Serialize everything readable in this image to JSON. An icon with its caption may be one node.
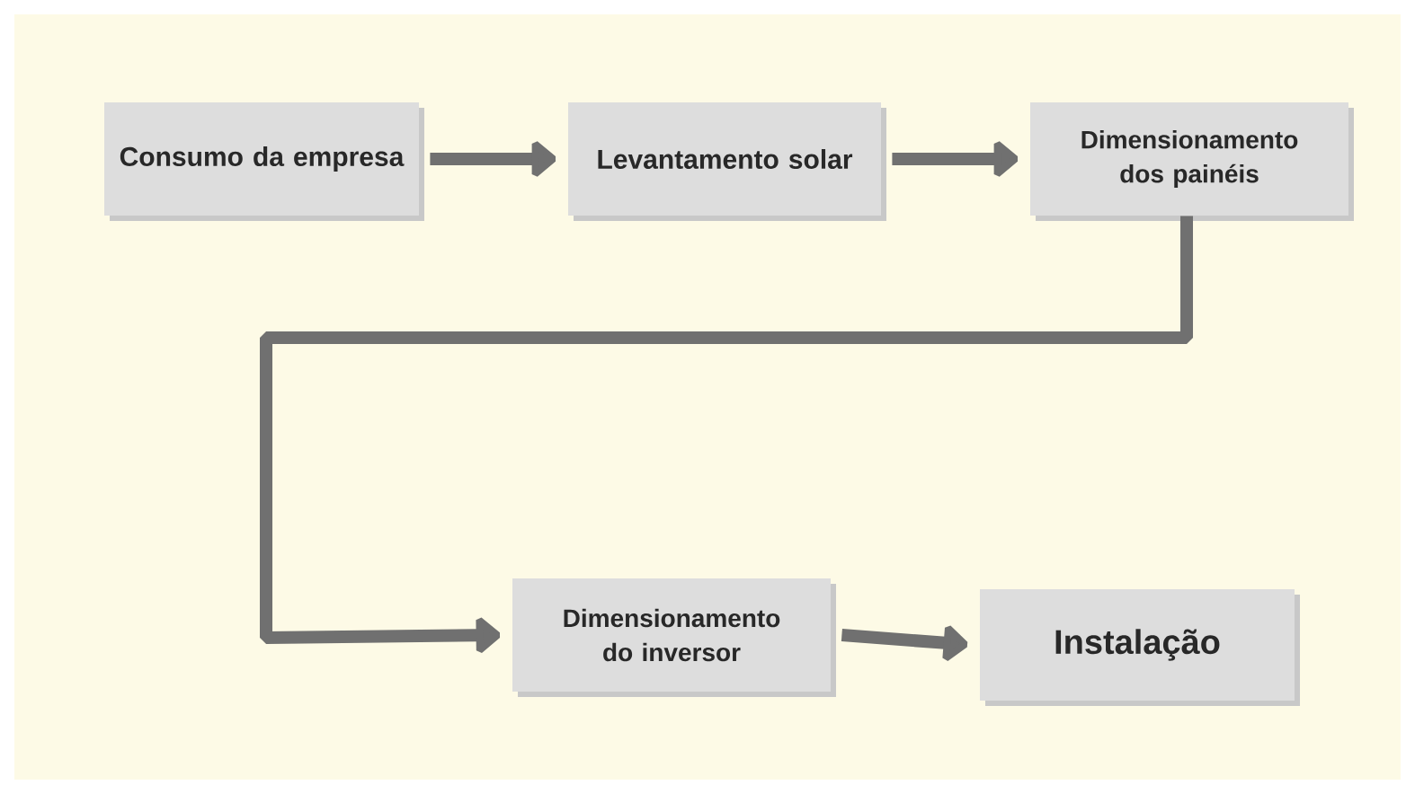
{
  "diagram": {
    "nodes": [
      {
        "text": [
          "Consumo da empresa"
        ]
      },
      {
        "text": [
          "Levantamento solar"
        ]
      },
      {
        "text": [
          "Dimensionamento dos painéis"
        ]
      },
      {
        "text": [
          "Dimensionamento do inversor"
        ]
      },
      {
        "text": [
          "Instalação"
        ]
      }
    ],
    "edges": [
      {
        "from": 0,
        "to": 1,
        "arrow": "to"
      },
      {
        "from": 1,
        "to": 2,
        "arrow": "to"
      },
      {
        "from": 2,
        "to": 3,
        "arrow": "to"
      },
      {
        "from": 3,
        "to": 4,
        "arrow": "to"
      }
    ]
  }
}
